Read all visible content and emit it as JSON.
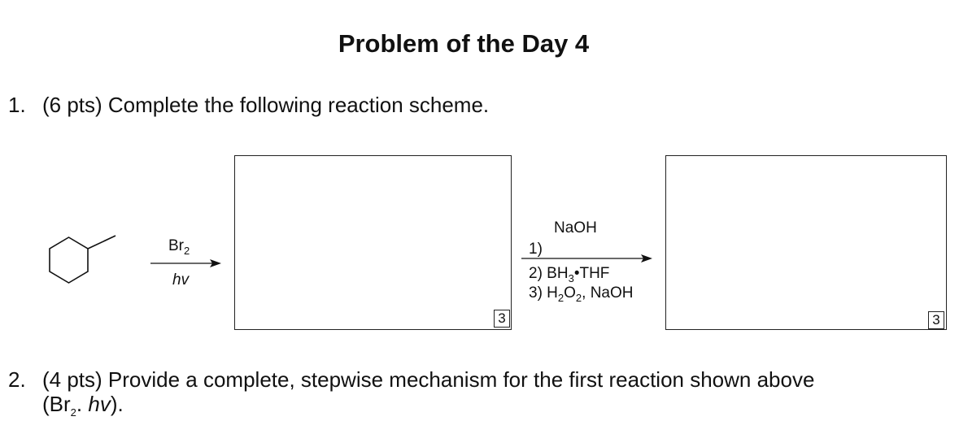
{
  "title": "Problem of the Day 4",
  "question1": {
    "number": "1.",
    "text": "(6 pts) Complete the following reaction scheme."
  },
  "reaction1": {
    "reagent_line1": "Br2",
    "reagent_line2": "hv",
    "answer_box_points": "3"
  },
  "reaction2": {
    "reagent_above": "NaOH",
    "step1": "1)",
    "step2": "2) BH3•THF",
    "step3": "3) H2O2, NaOH",
    "answer_box_points": "3"
  },
  "question2": {
    "number": "2.",
    "text_line1": "(4 pts) Provide a complete, stepwise mechanism for the first reaction shown above",
    "text_line2_prefix": "(Br",
    "text_line2_sub": "2",
    "text_line2_mid": ". ",
    "text_line2_italic": "hv",
    "text_line2_suffix": ")."
  },
  "icons": {
    "starting_material": "methylcyclohexane-structure-icon"
  }
}
